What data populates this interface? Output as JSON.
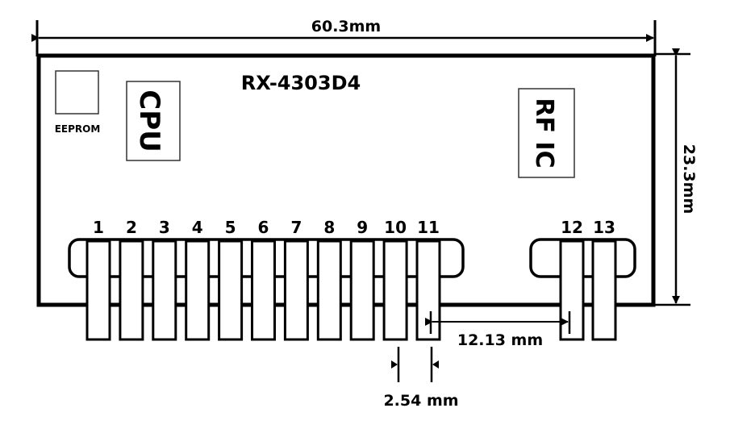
{
  "title": "RX-4303D4",
  "dimensions": {
    "width": "60.3mm",
    "height": "23.3mm",
    "pin_pitch": "2.54 mm",
    "gap_11_12": "12.13 mm"
  },
  "components": {
    "eeprom": "EEPROM",
    "cpu": "CPU",
    "rf_ic": "RF IC"
  },
  "pins": [
    "1",
    "2",
    "3",
    "4",
    "5",
    "6",
    "7",
    "8",
    "9",
    "10",
    "11",
    "12",
    "13"
  ],
  "colors": {
    "line": "#000000",
    "background": "#ffffff"
  }
}
